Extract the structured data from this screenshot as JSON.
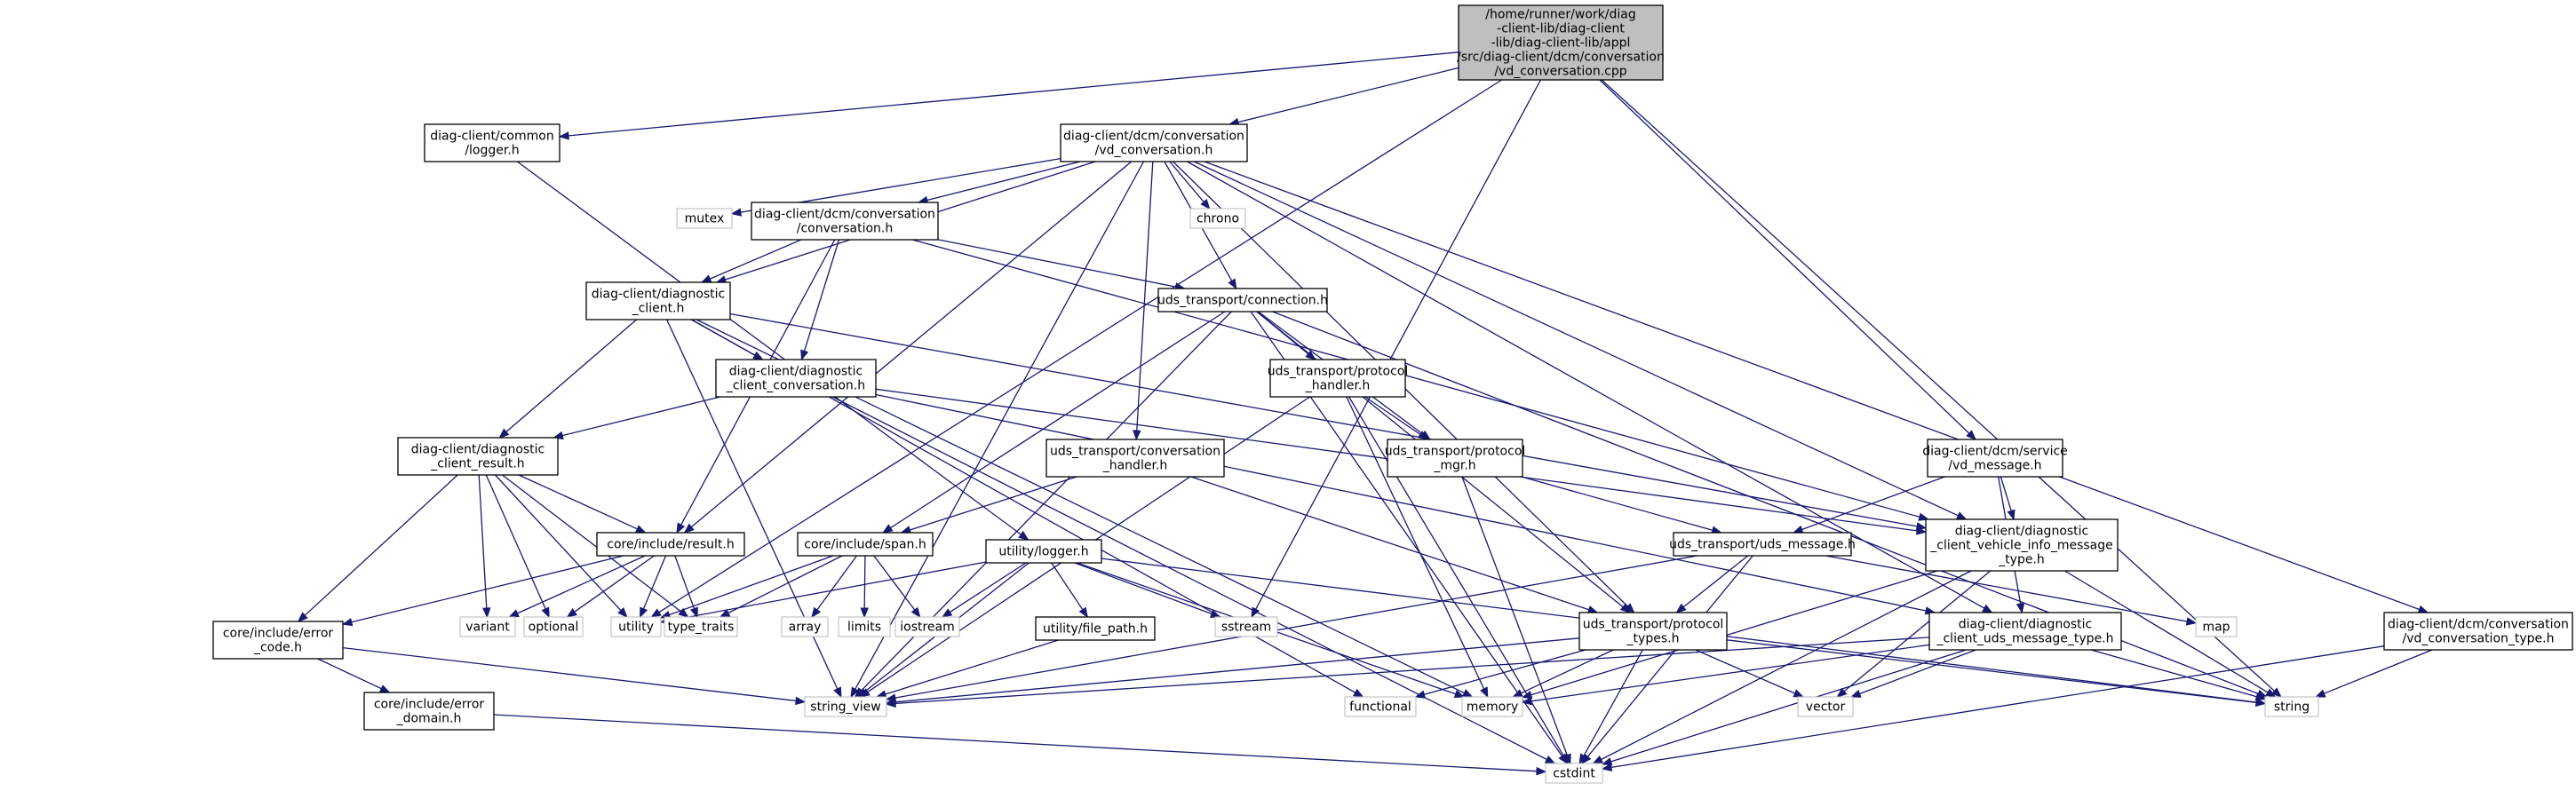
{
  "diagram": {
    "nodes": [
      {
        "id": "vd_conversation_cpp",
        "kind": "root",
        "lines": [
          "/home/runner/work/diag",
          "-client-lib/diag-client",
          "-lib/diag-client-lib/appl",
          "/src/diag-client/dcm/conversation",
          "/vd_conversation.cpp"
        ]
      },
      {
        "id": "common_logger_h",
        "kind": "file",
        "lines": [
          "diag-client/common",
          "/logger.h"
        ]
      },
      {
        "id": "vd_conversation_h",
        "kind": "file",
        "lines": [
          "diag-client/dcm/conversation",
          "/vd_conversation.h"
        ]
      },
      {
        "id": "mutex",
        "kind": "system",
        "lines": [
          "mutex"
        ]
      },
      {
        "id": "conversation_h",
        "kind": "file",
        "lines": [
          "diag-client/dcm/conversation",
          "/conversation.h"
        ]
      },
      {
        "id": "chrono",
        "kind": "system",
        "lines": [
          "chrono"
        ]
      },
      {
        "id": "diagnostic_client_h",
        "kind": "file",
        "lines": [
          "diag-client/diagnostic",
          "_client.h"
        ]
      },
      {
        "id": "connection_h",
        "kind": "file",
        "lines": [
          "uds_transport/connection.h"
        ]
      },
      {
        "id": "diagnostic_client_conversation_h",
        "kind": "file",
        "lines": [
          "diag-client/diagnostic",
          "_client_conversation.h"
        ]
      },
      {
        "id": "protocol_handler_h",
        "kind": "file",
        "lines": [
          "uds_transport/protocol",
          "_handler.h"
        ]
      },
      {
        "id": "diagnostic_client_result_h",
        "kind": "file",
        "lines": [
          "diag-client/diagnostic",
          "_client_result.h"
        ]
      },
      {
        "id": "conversation_handler_h",
        "kind": "file",
        "lines": [
          "uds_transport/conversation",
          "_handler.h"
        ]
      },
      {
        "id": "protocol_mgr_h",
        "kind": "file",
        "lines": [
          "uds_transport/protocol",
          "_mgr.h"
        ]
      },
      {
        "id": "vd_message_h",
        "kind": "file",
        "lines": [
          "diag-client/dcm/service",
          "/vd_message.h"
        ]
      },
      {
        "id": "result_h",
        "kind": "file",
        "lines": [
          "core/include/result.h"
        ]
      },
      {
        "id": "span_h",
        "kind": "file",
        "lines": [
          "core/include/span.h"
        ]
      },
      {
        "id": "utility_logger_h",
        "kind": "file",
        "lines": [
          "utility/logger.h"
        ]
      },
      {
        "id": "uds_message_h",
        "kind": "file",
        "lines": [
          "uds_transport/uds_message.h"
        ]
      },
      {
        "id": "vehicle_info_message_type_h",
        "kind": "file",
        "lines": [
          "diag-client/diagnostic",
          "_client_vehicle_info_message",
          "_type.h"
        ]
      },
      {
        "id": "variant",
        "kind": "system",
        "lines": [
          "variant"
        ]
      },
      {
        "id": "optional",
        "kind": "system",
        "lines": [
          "optional"
        ]
      },
      {
        "id": "utility",
        "kind": "system",
        "lines": [
          "utility"
        ]
      },
      {
        "id": "type_traits",
        "kind": "system",
        "lines": [
          "type_traits"
        ]
      },
      {
        "id": "array",
        "kind": "system",
        "lines": [
          "array"
        ]
      },
      {
        "id": "limits",
        "kind": "system",
        "lines": [
          "limits"
        ]
      },
      {
        "id": "iostream",
        "kind": "system",
        "lines": [
          "iostream"
        ]
      },
      {
        "id": "file_path_h",
        "kind": "file",
        "lines": [
          "utility/file_path.h"
        ]
      },
      {
        "id": "sstream",
        "kind": "system",
        "lines": [
          "sstream"
        ]
      },
      {
        "id": "protocol_types_h",
        "kind": "file",
        "lines": [
          "uds_transport/protocol",
          "_types.h"
        ]
      },
      {
        "id": "map",
        "kind": "system",
        "lines": [
          "map"
        ]
      },
      {
        "id": "uds_message_type_h",
        "kind": "file",
        "lines": [
          "diag-client/diagnostic",
          "_client_uds_message_type.h"
        ]
      },
      {
        "id": "vd_conversation_type_h",
        "kind": "file",
        "lines": [
          "diag-client/dcm/conversation",
          "/vd_conversation_type.h"
        ]
      },
      {
        "id": "error_code_h",
        "kind": "file",
        "lines": [
          "core/include/error",
          "_code.h"
        ]
      },
      {
        "id": "error_domain_h",
        "kind": "file",
        "lines": [
          "core/include/error",
          "_domain.h"
        ]
      },
      {
        "id": "string_view",
        "kind": "system",
        "lines": [
          "string_view"
        ]
      },
      {
        "id": "functional",
        "kind": "system",
        "lines": [
          "functional"
        ]
      },
      {
        "id": "memory",
        "kind": "system",
        "lines": [
          "memory"
        ]
      },
      {
        "id": "vector",
        "kind": "system",
        "lines": [
          "vector"
        ]
      },
      {
        "id": "string",
        "kind": "system",
        "lines": [
          "string"
        ]
      },
      {
        "id": "cstdint",
        "kind": "system",
        "lines": [
          "cstdint"
        ]
      }
    ],
    "edges": [
      [
        "vd_conversation_cpp",
        "common_logger_h"
      ],
      [
        "vd_conversation_cpp",
        "vd_conversation_h"
      ],
      [
        "vd_conversation_cpp",
        "utility"
      ],
      [
        "vd_conversation_cpp",
        "vd_message_h"
      ],
      [
        "vd_conversation_cpp",
        "sstream"
      ],
      [
        "vd_conversation_cpp",
        "string"
      ],
      [
        "common_logger_h",
        "utility_logger_h"
      ],
      [
        "vd_conversation_h",
        "mutex"
      ],
      [
        "vd_conversation_h",
        "conversation_h"
      ],
      [
        "vd_conversation_h",
        "chrono"
      ],
      [
        "vd_conversation_h",
        "diagnostic_client_h"
      ],
      [
        "vd_conversation_h",
        "connection_h"
      ],
      [
        "vd_conversation_h",
        "conversation_handler_h"
      ],
      [
        "vd_conversation_h",
        "result_h"
      ],
      [
        "vd_conversation_h",
        "vehicle_info_message_type_h"
      ],
      [
        "vd_conversation_h",
        "protocol_types_h"
      ],
      [
        "vd_conversation_h",
        "uds_message_type_h"
      ],
      [
        "vd_conversation_h",
        "vd_conversation_type_h"
      ],
      [
        "vd_conversation_h",
        "string_view"
      ],
      [
        "conversation_h",
        "diagnostic_client_h"
      ],
      [
        "conversation_h",
        "diagnostic_client_conversation_h"
      ],
      [
        "conversation_h",
        "connection_h"
      ],
      [
        "conversation_h",
        "result_h"
      ],
      [
        "conversation_h",
        "vehicle_info_message_type_h"
      ],
      [
        "diagnostic_client_h",
        "diagnostic_client_conversation_h"
      ],
      [
        "diagnostic_client_h",
        "diagnostic_client_result_h"
      ],
      [
        "diagnostic_client_h",
        "vehicle_info_message_type_h"
      ],
      [
        "diagnostic_client_h",
        "memory"
      ],
      [
        "diagnostic_client_h",
        "string_view"
      ],
      [
        "diagnostic_client_h",
        "functional"
      ],
      [
        "connection_h",
        "protocol_handler_h"
      ],
      [
        "connection_h",
        "protocol_mgr_h"
      ],
      [
        "connection_h",
        "span_h"
      ],
      [
        "connection_h",
        "protocol_types_h"
      ],
      [
        "connection_h",
        "string_view"
      ],
      [
        "connection_h",
        "cstdint"
      ],
      [
        "connection_h",
        "string"
      ],
      [
        "diagnostic_client_conversation_h",
        "diagnostic_client_result_h"
      ],
      [
        "diagnostic_client_conversation_h",
        "uds_message_type_h"
      ],
      [
        "diagnostic_client_conversation_h",
        "cstdint"
      ],
      [
        "diagnostic_client_conversation_h",
        "vehicle_info_message_type_h"
      ],
      [
        "protocol_handler_h",
        "protocol_mgr_h"
      ],
      [
        "protocol_handler_h",
        "memory"
      ],
      [
        "protocol_handler_h",
        "cstdint"
      ],
      [
        "protocol_handler_h",
        "string_view"
      ],
      [
        "diagnostic_client_result_h",
        "result_h"
      ],
      [
        "diagnostic_client_result_h",
        "error_code_h"
      ],
      [
        "diagnostic_client_result_h",
        "variant"
      ],
      [
        "diagnostic_client_result_h",
        "optional"
      ],
      [
        "diagnostic_client_result_h",
        "utility"
      ],
      [
        "diagnostic_client_result_h",
        "type_traits"
      ],
      [
        "conversation_handler_h",
        "span_h"
      ],
      [
        "conversation_handler_h",
        "protocol_types_h"
      ],
      [
        "protocol_mgr_h",
        "uds_message_h"
      ],
      [
        "protocol_mgr_h",
        "cstdint"
      ],
      [
        "vd_message_h",
        "uds_message_h"
      ],
      [
        "vd_message_h",
        "vehicle_info_message_type_h"
      ],
      [
        "vd_message_h",
        "uds_message_type_h"
      ],
      [
        "result_h",
        "error_code_h"
      ],
      [
        "result_h",
        "variant"
      ],
      [
        "result_h",
        "optional"
      ],
      [
        "result_h",
        "utility"
      ],
      [
        "result_h",
        "type_traits"
      ],
      [
        "span_h",
        "utility"
      ],
      [
        "span_h",
        "type_traits"
      ],
      [
        "span_h",
        "array"
      ],
      [
        "span_h",
        "limits"
      ],
      [
        "span_h",
        "iostream"
      ],
      [
        "utility_logger_h",
        "utility"
      ],
      [
        "utility_logger_h",
        "iostream"
      ],
      [
        "utility_logger_h",
        "file_path_h"
      ],
      [
        "utility_logger_h",
        "sstream"
      ],
      [
        "utility_logger_h",
        "string_view"
      ],
      [
        "utility_logger_h",
        "memory"
      ],
      [
        "utility_logger_h",
        "string"
      ],
      [
        "uds_message_h",
        "protocol_types_h"
      ],
      [
        "uds_message_h",
        "map"
      ],
      [
        "uds_message_h",
        "string_view"
      ],
      [
        "uds_message_h",
        "cstdint"
      ],
      [
        "vehicle_info_message_type_h",
        "memory"
      ],
      [
        "vehicle_info_message_type_h",
        "vector"
      ],
      [
        "vehicle_info_message_type_h",
        "cstdint"
      ],
      [
        "vehicle_info_message_type_h",
        "string"
      ],
      [
        "protocol_types_h",
        "functional"
      ],
      [
        "protocol_types_h",
        "memory"
      ],
      [
        "protocol_types_h",
        "vector"
      ],
      [
        "protocol_types_h",
        "string"
      ],
      [
        "protocol_types_h",
        "cstdint"
      ],
      [
        "protocol_types_h",
        "string_view"
      ],
      [
        "uds_message_type_h",
        "string_view"
      ],
      [
        "uds_message_type_h",
        "memory"
      ],
      [
        "uds_message_type_h",
        "vector"
      ],
      [
        "uds_message_type_h",
        "string"
      ],
      [
        "uds_message_type_h",
        "cstdint"
      ],
      [
        "vd_conversation_type_h",
        "string"
      ],
      [
        "vd_conversation_type_h",
        "cstdint"
      ],
      [
        "file_path_h",
        "string_view"
      ],
      [
        "error_code_h",
        "error_domain_h"
      ],
      [
        "error_code_h",
        "string_view"
      ],
      [
        "error_domain_h",
        "cstdint"
      ]
    ]
  }
}
